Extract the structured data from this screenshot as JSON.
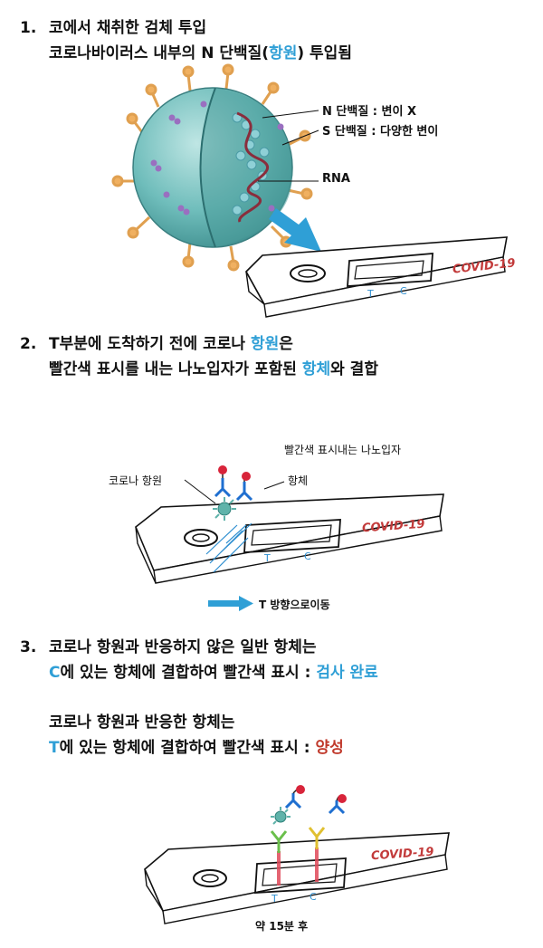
{
  "step1": {
    "number": "1.",
    "line1": "코에서 채취한 검체 투입",
    "line2_pre": "코로나바이러스 내부의 N 단백질(",
    "line2_highlight": "항원",
    "line2_post": ") 투입됨",
    "label_n": "N 단백질 : 변이 X",
    "label_s": "S 단백질 : 다양한 변이",
    "label_rna": "RNA"
  },
  "step2": {
    "number": "2.",
    "line1_pre": "T부분에 도착하기 전에 코로나 ",
    "line1_highlight": "항원",
    "line1_post": "은",
    "line2_pre": "빨간색 표시를 내는 나노입자가 포함된 ",
    "line2_highlight": "항체",
    "line2_post": "와 결합",
    "label_nano": "빨간색 표시내는 나노입자",
    "label_antigen": "코로나 항원",
    "label_antibody": "항체",
    "label_direction": "T 방향으로이동"
  },
  "step3": {
    "number": "3.",
    "line1": "코로나 항원과 반응하지 않은 일반 항체는",
    "line2_highlight": "C",
    "line2_mid": "에 있는 항체에 결합하여 빨간색 표시 : ",
    "line2_result": "검사 완료",
    "line3": "코로나 항원과 반응한 항체는",
    "line4_highlight": "T",
    "line4_mid": "에 있는 항체에 결합하여 빨간색 표시 : ",
    "line4_result": "양성",
    "label_time": "약 15분 후"
  },
  "kit": {
    "brand": "COVID-19",
    "t_label": "T",
    "c_label": "C"
  },
  "colors": {
    "highlight_blue": "#2f9fd6",
    "positive_red": "#c0392b",
    "virus_teal": "#5fb3b3"
  }
}
